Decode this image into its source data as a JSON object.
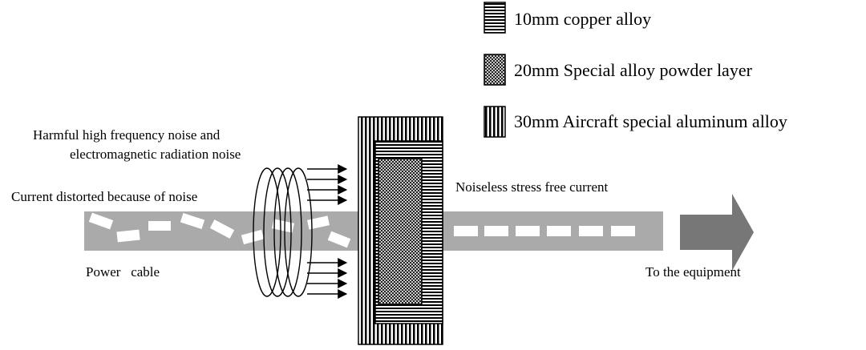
{
  "legend": {
    "items": [
      {
        "label": "10mm  copper alloy",
        "pattern": "horizontal-stripes"
      },
      {
        "label": "20mm  Special alloy powder layer",
        "pattern": "crosshatch"
      },
      {
        "label": "30mm  Aircraft special aluminum alloy",
        "pattern": "vertical-stripes"
      }
    ]
  },
  "labels": {
    "noise_line1": "Harmful high frequency noise and",
    "noise_line2": "electromagnetic radiation noise",
    "distorted": "Current distorted because of noise",
    "clean": "Noiseless stress free current",
    "cable": "Power   cable",
    "equipment": "To the equipment"
  },
  "colors": {
    "cable": "#aaaaaa",
    "arrow": "#777777",
    "ink": "#000000",
    "pulse": "#ffffff"
  }
}
